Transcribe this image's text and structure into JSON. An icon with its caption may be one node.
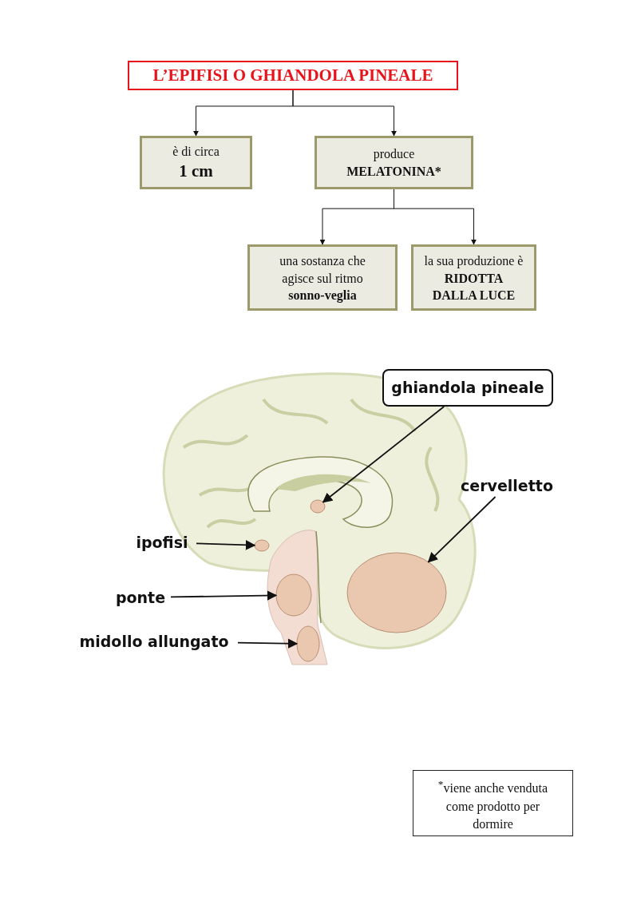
{
  "diagram": {
    "nodes": [
      {
        "text": [
          "L’EPIFISI O GHIANDOLA PINEALE"
        ]
      },
      {
        "text": [
          "è di circa",
          "1 cm"
        ]
      },
      {
        "text": [
          "produce",
          "MELATONINA*"
        ]
      },
      {
        "text": [
          "una sostanza che agisce sul ritmo **sonno-veglia**"
        ]
      },
      {
        "text": [
          "la sua produzione è **RIDOTTA DALLA LUCE**"
        ]
      },
      {
        "text": [
          "ghiandola pineale"
        ]
      },
      {
        "text": [
          "cervelletto"
        ]
      },
      {
        "text": [
          "ipofisi"
        ]
      },
      {
        "text": [
          "ponte"
        ]
      },
      {
        "text": [
          "midollo allungato"
        ]
      },
      {
        "text": [],
        "shape": "circle"
      },
      {
        "text": [],
        "shape": "circle"
      },
      {
        "text": [],
        "shape": "circle"
      },
      {
        "text": [],
        "shape": "circle"
      },
      {
        "text": [],
        "shape": "circle"
      },
      {
        "text": [
          "$^{*}$viene anche venduta come prodotto per dormire"
        ]
      }
    ],
    "edges": [
      {
        "from": 0,
        "to": 1,
        "arrow": "to"
      },
      {
        "from": 0,
        "to": 2,
        "arrow": "to"
      },
      {
        "from": 2,
        "to": 3,
        "arrow": "to"
      },
      {
        "from": 2,
        "to": 4,
        "arrow": "to"
      },
      {
        "from": 5,
        "to": 10,
        "arrow": "to"
      },
      {
        "from": 6,
        "to": 11,
        "arrow": "to"
      },
      {
        "from": 7,
        "to": 12,
        "arrow": "to"
      },
      {
        "from": 8,
        "to": 13,
        "arrow": "to"
      },
      {
        "from": 9,
        "to": 14,
        "arrow": "to"
      }
    ]
  }
}
